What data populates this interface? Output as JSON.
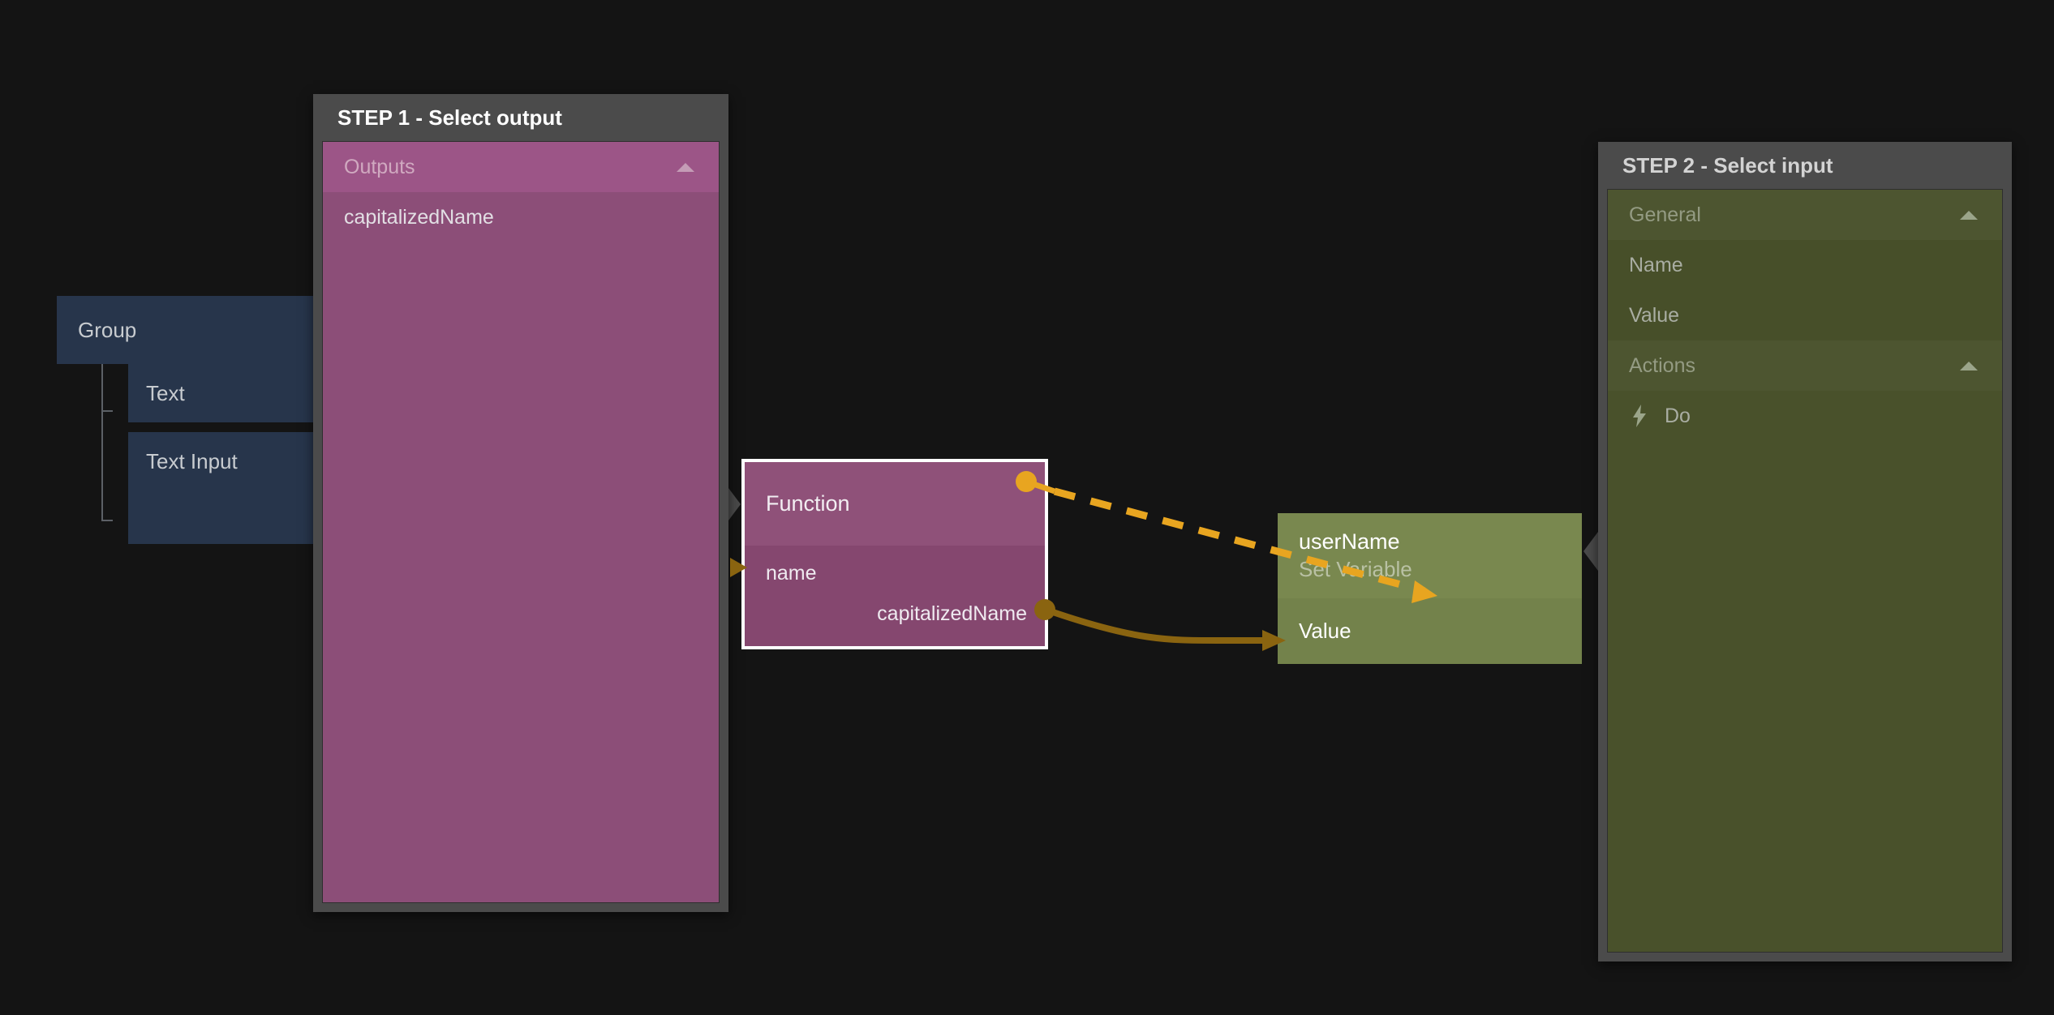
{
  "canvas": {
    "background": "#141414"
  },
  "tree": {
    "root": {
      "label": "Group"
    },
    "children": [
      {
        "label": "Text"
      },
      {
        "label": "Text Input"
      }
    ]
  },
  "step1": {
    "title": "STEP 1 - Select output",
    "accent": "#8c4e78",
    "sections": [
      {
        "label": "Outputs",
        "collapse_icon": "chevron-up-icon",
        "items": [
          {
            "label": "capitalizedName"
          }
        ]
      }
    ]
  },
  "step2": {
    "title": "STEP 2 - Select input",
    "accent": "#49512b",
    "sections": [
      {
        "label": "General",
        "collapse_icon": "chevron-up-icon",
        "items": [
          {
            "label": "Name"
          },
          {
            "label": "Value"
          }
        ]
      },
      {
        "label": "Actions",
        "collapse_icon": "chevron-up-icon",
        "items": [
          {
            "label": "Do",
            "icon": "lightning-bolt-icon"
          }
        ]
      }
    ]
  },
  "nodes": {
    "function": {
      "title": "Function",
      "selected": true,
      "color": "#8c4e78",
      "inputs": [
        {
          "label": "name"
        }
      ],
      "outputs": [
        {
          "label": "capitalizedName"
        }
      ]
    },
    "set_variable": {
      "title": "userName",
      "subtitle": "Set Variable",
      "color": "#73824b",
      "inputs": [
        {
          "label": "Value"
        }
      ]
    }
  },
  "edges": [
    {
      "name": "exec-edge",
      "from": "function.exec-out",
      "to": "set-variable.exec-in",
      "style": "dashed",
      "color": "#e8a520"
    },
    {
      "name": "data-edge",
      "from": "function.capitalizedName",
      "to": "set-variable.Value",
      "style": "solid",
      "color": "#8a6410"
    }
  ],
  "icons": {
    "chevron_up": "chevron-up-icon",
    "bolt": "⚡"
  }
}
